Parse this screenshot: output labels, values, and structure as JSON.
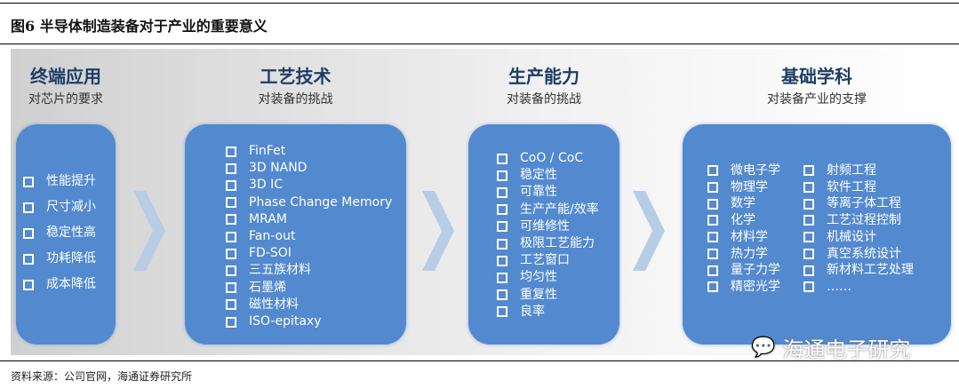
{
  "title": "图6  半导体制造装备对于产业的重要意义",
  "columns": [
    {
      "heading": "终端应用",
      "subheading": "对芯片的要求",
      "items": [
        "性能提升",
        "尺寸减小",
        "稳定性高",
        "功耗降低",
        "成本降低"
      ]
    },
    {
      "heading": "工艺技术",
      "subheading": "对装备的挑战",
      "items": [
        "FinFet",
        "3D NAND",
        "3D IC",
        "Phase Change Memory",
        "MRAM",
        "Fan-out",
        "FD-SOI",
        "三五族材料",
        "石墨烯",
        "磁性材料",
        "ISO-epitaxy"
      ]
    },
    {
      "heading": "生产能力",
      "subheading": "对装备的挑战",
      "items": [
        "CoO / CoC",
        "稳定性",
        "可靠性",
        "生产产能/效率",
        "可维修性",
        "极限工艺能力",
        "工艺窗口",
        "均匀性",
        "重复性",
        "良率"
      ]
    },
    {
      "heading": "基础学科",
      "subheading": "对装备产业的支撑",
      "items_left": [
        "微电子学",
        "物理学",
        "数学",
        "化学",
        "材料学",
        "热力学",
        "量子力学",
        "精密光学"
      ],
      "items_right": [
        "射频工程",
        "软件工程",
        "等离子体工程",
        "工艺过程控制",
        "机械设计",
        "真空系统设计",
        "新材料工艺处理",
        "……"
      ]
    }
  ],
  "watermark": "海通电子研究",
  "source": "资料来源：公司官网，海通证券研究所"
}
